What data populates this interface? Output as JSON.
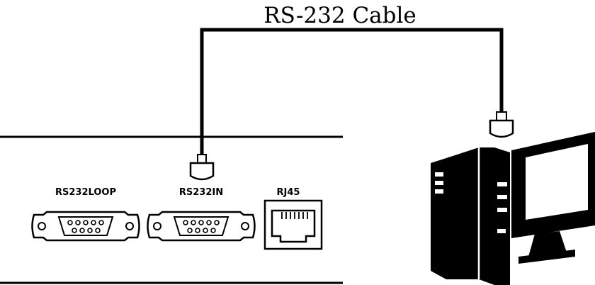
{
  "diagram": {
    "cable_label": "RS-232 Cable",
    "ports": {
      "loop": "RS232LOOP",
      "in": "RS232IN",
      "rj45": "RJ45"
    },
    "line_color": "#000000",
    "background": "#ffffff"
  }
}
